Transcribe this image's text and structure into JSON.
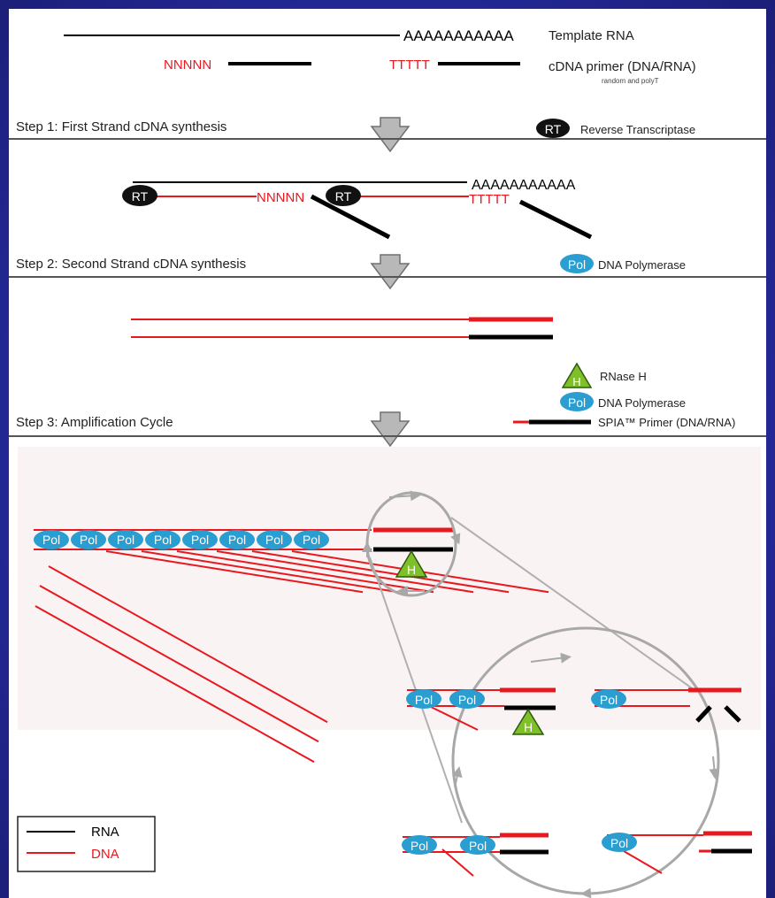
{
  "colors": {
    "rna": "#000000",
    "dna": "#e8181e",
    "pol": "#2a9ed0",
    "rnaseh": "#7fbf2a",
    "arrow": "#a8a8a8",
    "background": "#262a9e"
  },
  "top": {
    "template_polyA": "AAAAAAAAAAA",
    "template_label": "Template RNA",
    "random_primer": "NNNNN",
    "polyT_primer": "TTTTT",
    "primer_label": "cDNA primer (DNA/RNA)",
    "primer_sublabel": "random and polyT"
  },
  "step1": {
    "title": "Step 1: First Strand cDNA synthesis",
    "enzyme_symbol": "RT",
    "enzyme_label": "Reverse Transcriptase",
    "polyA": "AAAAAAAAAAA",
    "random_primer": "NNNNN",
    "polyT": "TTTTT"
  },
  "step2": {
    "title": "Step 2: Second Strand cDNA synthesis",
    "enzyme_symbol": "Pol",
    "enzyme_label": "DNA Polymerase"
  },
  "step3": {
    "title": "Step 3: Amplification Cycle",
    "rnaseh_symbol": "H",
    "rnaseh_label": "RNase H",
    "pol_symbol": "Pol",
    "pol_label": "DNA Polymerase",
    "spia_label": "SPIA™ Primer (DNA/RNA)"
  },
  "legend": {
    "rna": "RNA",
    "dna": "DNA"
  },
  "amplification": {
    "pol_symbol": "Pol",
    "rnaseh_symbol": "H"
  }
}
